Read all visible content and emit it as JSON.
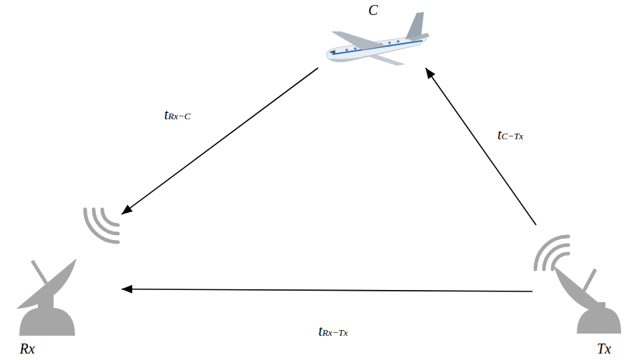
{
  "diagram": {
    "nodes": [
      {
        "text": [
          "C"
        ]
      },
      {
        "text": [
          "Rx"
        ]
      },
      {
        "text": [
          "Tx"
        ]
      }
    ],
    "edges": [
      {
        "from": 0,
        "to": 1,
        "arrow": "to",
        "label": "tRx−C"
      },
      {
        "from": 2,
        "to": 0,
        "arrow": "to",
        "label": "tC−Tx"
      },
      {
        "from": 2,
        "to": 1,
        "arrow": "to",
        "label": "tRx−Tx"
      }
    ]
  }
}
